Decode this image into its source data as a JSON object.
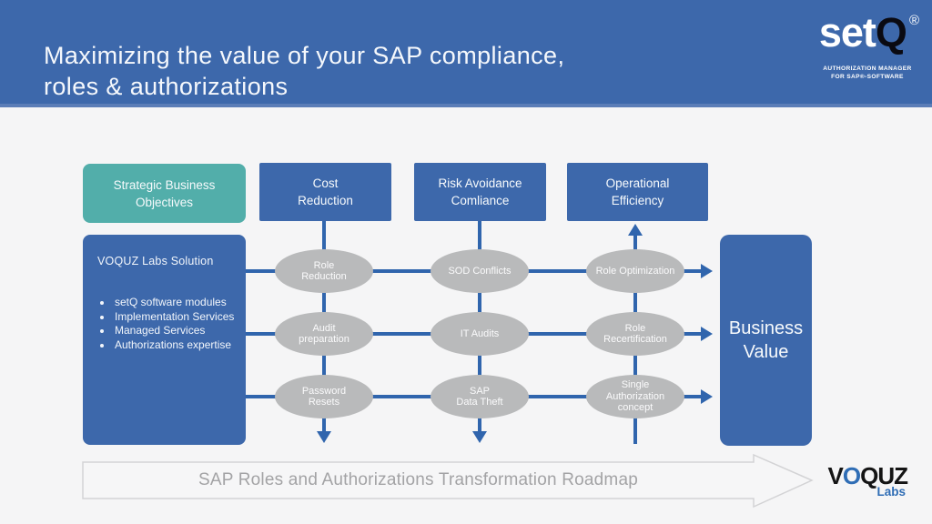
{
  "colors": {
    "header_blue": "#3d68ab",
    "box_blue": "#3d68ab",
    "teal": "#52aeaa",
    "connector_blue": "#3065ad",
    "ellipse_gray": "#b9babb",
    "background": "#f5f5f6",
    "voquz_blue": "#2f6db5"
  },
  "header": {
    "title": "Maximizing the value of your SAP compliance,\nroles & authorizations",
    "logo": {
      "set": "set",
      "q": "Q",
      "reg": "®",
      "tagline": "AUTHORIZATION MANAGER\nFOR SAP®-SOFTWARE"
    }
  },
  "diagram": {
    "strategic_box": "Strategic Business\nObjectives",
    "columns": [
      {
        "label": "Cost\nReduction"
      },
      {
        "label": "Risk Avoidance\nComliance"
      },
      {
        "label": "Operational\nEfficiency"
      }
    ],
    "solution": {
      "title": "VOQUZ Labs Solution",
      "items": [
        "setQ software modules",
        "Implementation Services",
        "Managed Services",
        "Authorizations expertise"
      ]
    },
    "matrix": [
      [
        "Role\nReduction",
        "SOD Conflicts",
        "Role Optimization"
      ],
      [
        "Audit\npreparation",
        "IT Audits",
        "Role\nRecertification"
      ],
      [
        "Password\nResets",
        "SAP\nData Theft",
        "Single\nAuthorization\nconcept"
      ]
    ],
    "business_value_box": "Business\nValue"
  },
  "banner": {
    "label": "SAP Roles and Authorizations Transformation Roadmap"
  },
  "footer_logo": {
    "v": "V",
    "o": "O",
    "quz": "QUZ",
    "labs": "Labs"
  }
}
